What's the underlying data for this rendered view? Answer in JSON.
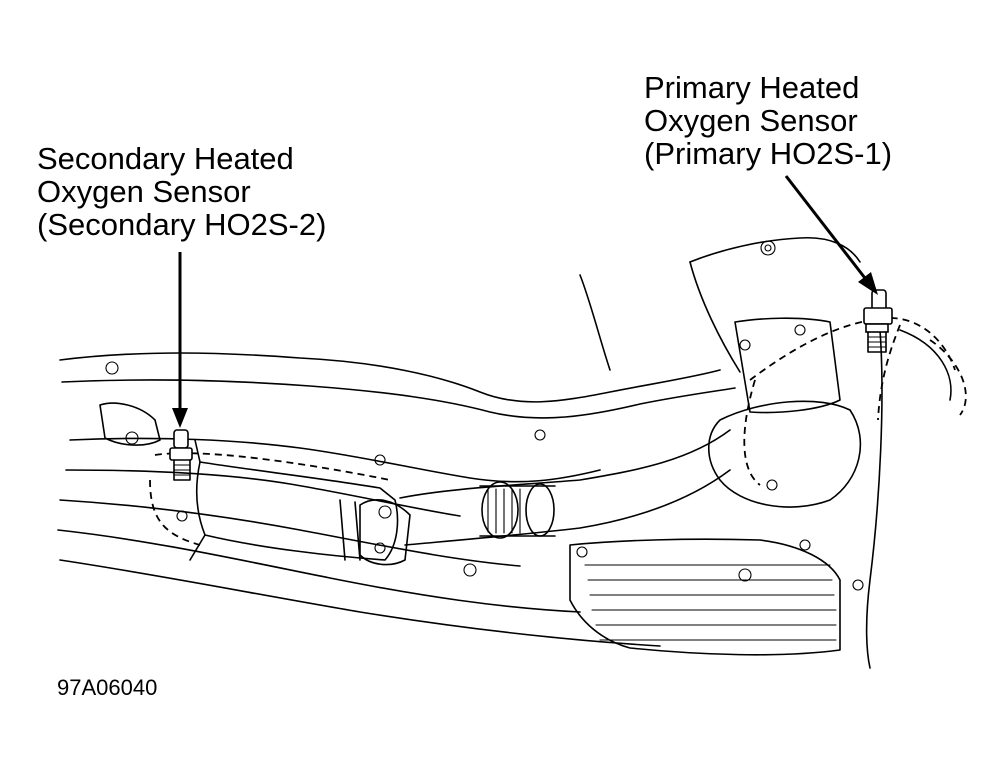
{
  "labels": {
    "secondary": {
      "line1": "Secondary Heated",
      "line2": "Oxygen Sensor",
      "line3": "(Secondary HO2S-2)"
    },
    "primary": {
      "line1": "Primary Heated",
      "line2": "Oxygen Sensor",
      "line3": "(Primary HO2S-1)"
    }
  },
  "figure_code": "97A06040",
  "colors": {
    "ink": "#000000",
    "paper": "#ffffff"
  }
}
